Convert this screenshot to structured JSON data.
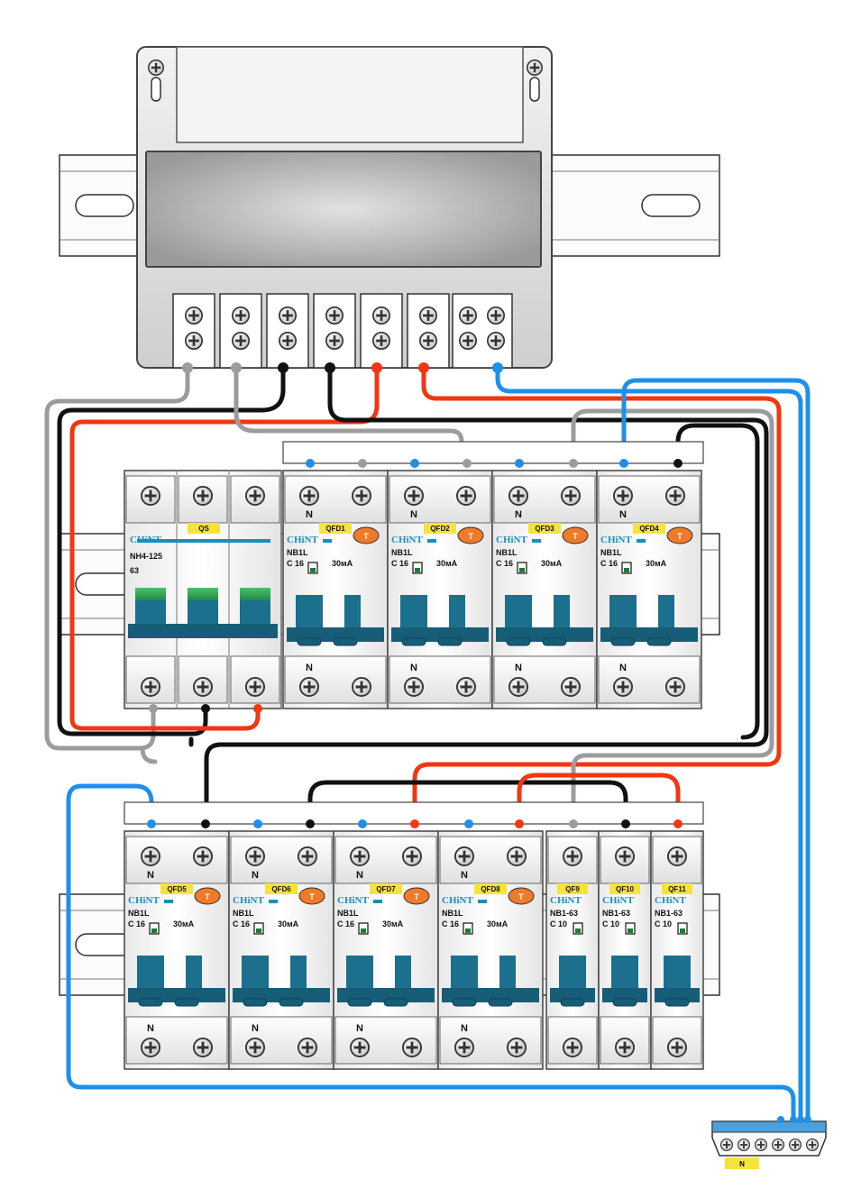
{
  "colors": {
    "blue": "#1e90ea",
    "red": "#f2360f",
    "black": "#111111",
    "grey": "#9c9c9c",
    "breaker_handle": "#1d6f8e",
    "label_bg": "#f5e23a",
    "brand": "#1a8fbd",
    "test_button": "#f07a28"
  },
  "main_switch": {
    "brand": "CHiNT",
    "tag": "QS",
    "model": "NH4-125",
    "rating": "63"
  },
  "rcbos": [
    {
      "tag": "QFD1",
      "brand": "CHiNT",
      "model": "NB1L",
      "curve": "C 16",
      "leak": "30мА",
      "n_mark": "N",
      "test": "T"
    },
    {
      "tag": "QFD2",
      "brand": "CHiNT",
      "model": "NB1L",
      "curve": "C 16",
      "leak": "30мА",
      "n_mark": "N",
      "test": "T"
    },
    {
      "tag": "QFD3",
      "brand": "CHiNT",
      "model": "NB1L",
      "curve": "C 16",
      "leak": "30мА",
      "n_mark": "N",
      "test": "T"
    },
    {
      "tag": "QFD4",
      "brand": "CHiNT",
      "model": "NB1L",
      "curve": "C 16",
      "leak": "30мА",
      "n_mark": "N",
      "test": "T"
    },
    {
      "tag": "QFD5",
      "brand": "CHiNT",
      "model": "NB1L",
      "curve": "C 16",
      "leak": "30мА",
      "n_mark": "N",
      "test": "T"
    },
    {
      "tag": "QFD6",
      "brand": "CHiNT",
      "model": "NB1L",
      "curve": "C 16",
      "leak": "30мА",
      "n_mark": "N",
      "test": "T"
    },
    {
      "tag": "QFD7",
      "brand": "CHiNT",
      "model": "NB1L",
      "curve": "C 16",
      "leak": "30мА",
      "n_mark": "N",
      "test": "T"
    },
    {
      "tag": "QFD8",
      "brand": "CHiNT",
      "model": "NB1L",
      "curve": "C 16",
      "leak": "30мА",
      "n_mark": "N",
      "test": "T"
    }
  ],
  "mcbs": [
    {
      "tag": "QF9",
      "brand": "CHiNT",
      "model": "NB1-63",
      "curve": "C 10"
    },
    {
      "tag": "QF10",
      "brand": "CHiNT",
      "model": "NB1-63",
      "curve": "C 10"
    },
    {
      "tag": "QF11",
      "brand": "CHiNT",
      "model": "NB1-63",
      "curve": "C 10"
    }
  ],
  "neutral_bus": {
    "tag": "N"
  }
}
